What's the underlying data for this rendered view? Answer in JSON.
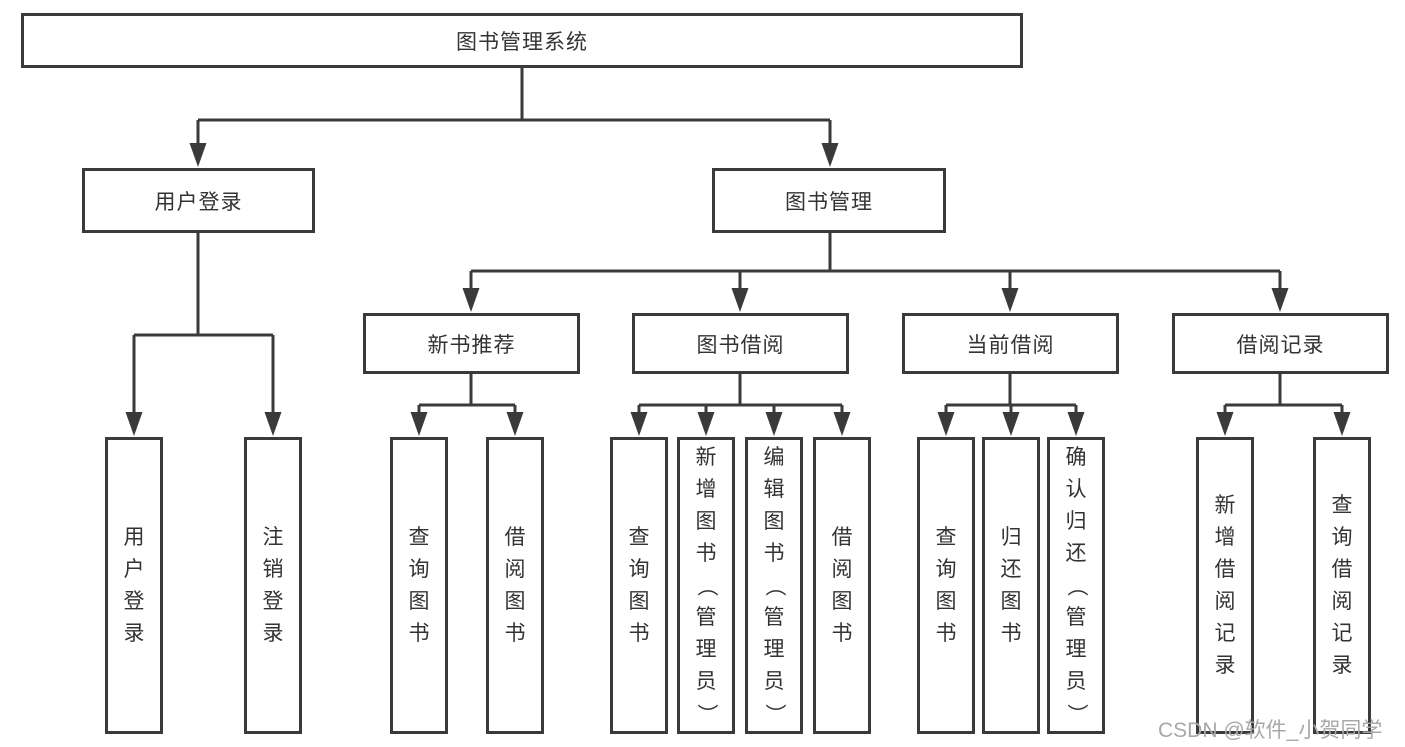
{
  "colors": {
    "line": "#3a3a3a",
    "border": "#3a3a3a",
    "text": "#333333",
    "watermark": "#a8a8a8"
  },
  "watermark": {
    "text": "CSDN @软件_小贺同学"
  },
  "tree": {
    "root": {
      "label": "图书管理系统"
    },
    "user_login": {
      "label": "用户登录",
      "children": [
        "用户登录",
        "注销登录"
      ]
    },
    "book_management": {
      "label": "图书管理"
    },
    "new_book_recommend": {
      "label": "新书推荐",
      "children": [
        "查询图书",
        "借阅图书"
      ]
    },
    "book_borrowing": {
      "label": "图书借阅",
      "children": [
        "查询图书",
        "新增图书（管理员）",
        "编辑图书（管理员）",
        "借阅图书"
      ]
    },
    "current_borrowing": {
      "label": "当前借阅",
      "children": [
        "查询图书",
        "归还图书",
        "确认归还（管理员）"
      ]
    },
    "borrowing_records": {
      "label": "借阅记录",
      "children": [
        "新增借阅记录",
        "查询借阅记录"
      ]
    }
  }
}
